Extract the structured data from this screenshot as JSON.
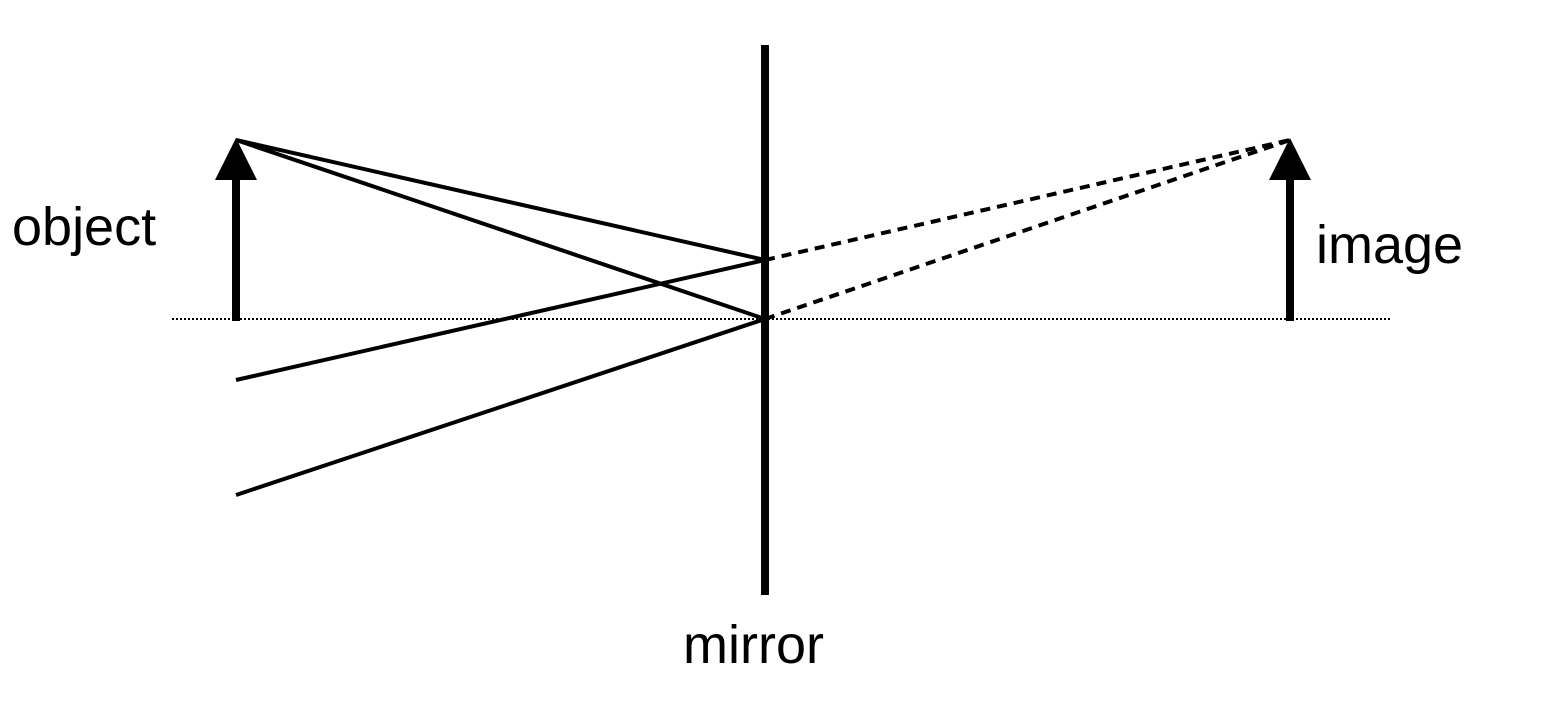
{
  "labels": {
    "object": "object",
    "image": "image",
    "mirror": "mirror"
  },
  "colors": {
    "stroke": "#000000",
    "background": "#ffffff"
  }
}
